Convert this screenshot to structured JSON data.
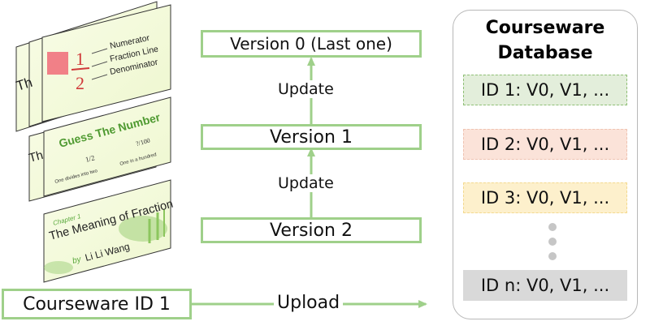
{
  "flow": {
    "courseware_id": "Courseware ID 1",
    "upload_label": "Upload",
    "versions": [
      "Version 0 (Last one)",
      "Version 1",
      "Version 2"
    ],
    "update_label_upper": "Update",
    "update_label_lower": "Update"
  },
  "slides": {
    "slide1": {
      "partial_title": "Th",
      "fraction_numerator": "1",
      "fraction_denominator": "2",
      "labels": [
        "Numerator",
        "Fraction Line",
        "Denominator"
      ]
    },
    "slide2": {
      "title": "Guess The Number",
      "partial_title": "Th",
      "half": "1/2",
      "half_caption": "One divides into two",
      "hundredth": "?/100",
      "hundredth_caption": "One in a hundred"
    },
    "slide3": {
      "chapter": "Chapter 1",
      "title": "The Meaning of Fraction",
      "author_prefix": "by",
      "author": "Li Li Wang"
    }
  },
  "database": {
    "title_line1": "Courseware",
    "title_line2": "Database",
    "items": [
      {
        "label": "ID 1: V0, V1, ...",
        "fill": "#e3eedb",
        "border": "#8fbf75"
      },
      {
        "label": "ID 2: V0, V1, ...",
        "fill": "#fbe3d9",
        "border": "#efc3b2"
      },
      {
        "label": "ID 3: V0, V1, ...",
        "fill": "#fdf0cc",
        "border": "#f3d98f"
      },
      {
        "label": "ID n: V0, V1, ...",
        "fill": "#d9d9d9",
        "border": "#d9d9d9"
      }
    ]
  },
  "colors": {
    "accent_green": "#9fd08a",
    "slide_bg": "#f6fbdf",
    "slide_title_green": "#5aa83c"
  }
}
